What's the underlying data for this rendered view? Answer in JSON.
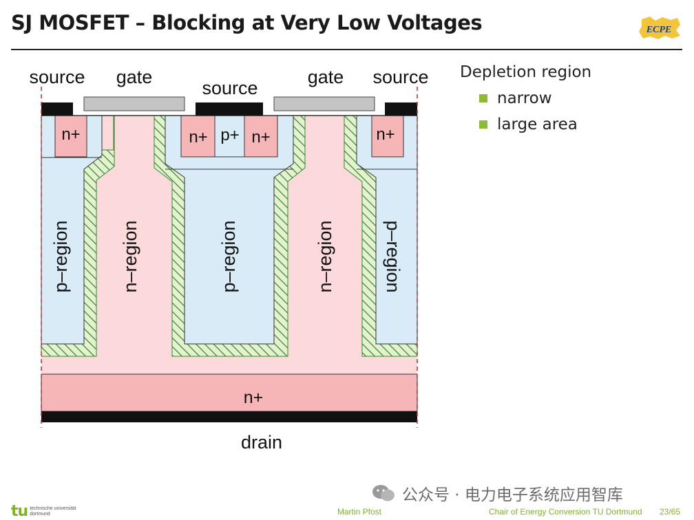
{
  "slide": {
    "title": "SJ MOSFET – Blocking at Very Low Voltages"
  },
  "legend": {
    "title": "Depletion region",
    "items": [
      "narrow",
      "large area"
    ],
    "marker_color": "#8cbb34"
  },
  "diagram": {
    "labels": {
      "source_left": "source",
      "gate_left": "gate",
      "source_middle": "source",
      "gate_right": "gate",
      "source_right": "source",
      "n_plus_left": "n+",
      "n_plus_mid_left": "n+",
      "p_plus_mid": "p+",
      "n_plus_mid_right": "n+",
      "n_plus_right": "n+",
      "p_region_1": "p–region",
      "n_region_1": "n–region",
      "p_region_2": "p–region",
      "n_region_2": "n–region",
      "p_region_3": "p–region",
      "n_plus_substrate": "n+",
      "drain": "drain"
    },
    "colors": {
      "n_region": "#fcd9da",
      "n_plus": "#f6b6b8",
      "p_region": "#d8ebf7",
      "depletion": "#e6f2cf",
      "hatch": "#2e8b2e",
      "metal": "#111111",
      "gate_poly": "#c4c4c4",
      "boundary_dash": "#b03030"
    }
  },
  "watermark": {
    "text": "公众号 · 电力电子系统应用智库"
  },
  "footer": {
    "logo_mark": "tu",
    "logo_text_1": "technische universität",
    "logo_text_2": "dortmund",
    "author": "Martin Pfost",
    "chair": "Chair of Energy Conversion TU Dortmund",
    "page": "23/65"
  },
  "logo": {
    "text": "ECPE"
  }
}
